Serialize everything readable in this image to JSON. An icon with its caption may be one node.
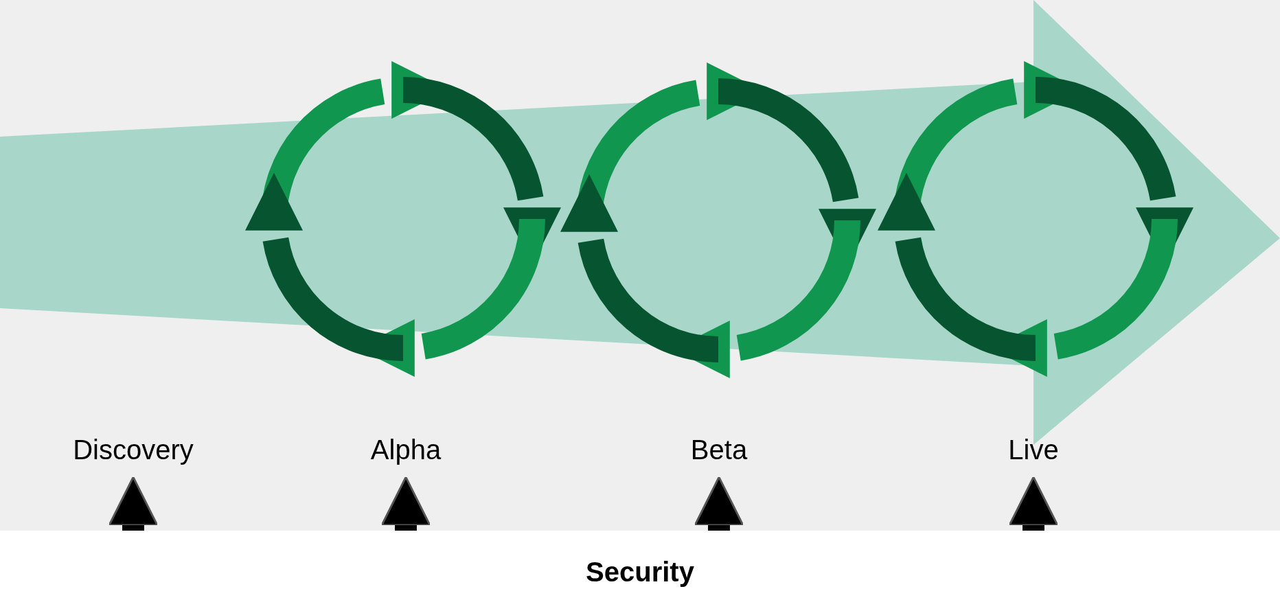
{
  "diagram": {
    "nodes": [
      {
        "text": [
          "Discovery"
        ]
      },
      {
        "text": [
          "Alpha"
        ]
      },
      {
        "text": [
          "Beta"
        ]
      },
      {
        "text": [
          "Live"
        ]
      },
      {
        "text": [
          "Security"
        ]
      }
    ],
    "edges": [
      {
        "from": 4,
        "to": 0,
        "arrow": "to"
      },
      {
        "from": 4,
        "to": 1,
        "arrow": "to"
      },
      {
        "from": 4,
        "to": 2,
        "arrow": "to"
      },
      {
        "from": 4,
        "to": 3,
        "arrow": "to"
      }
    ]
  }
}
